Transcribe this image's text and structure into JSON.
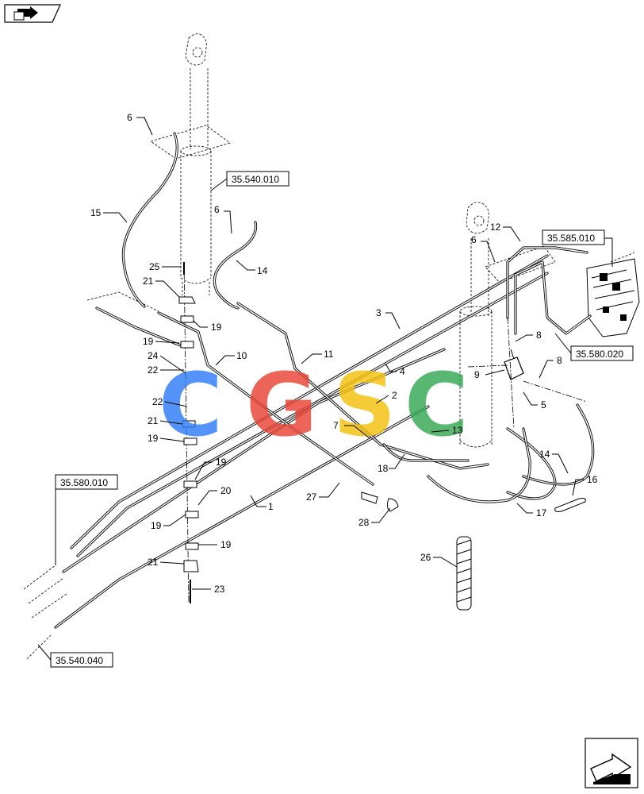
{
  "references": {
    "r1": "35.540.010",
    "r2": "35.585.010",
    "r3": "35.580.020",
    "r4": "35.580.010",
    "r5": "35.540.040"
  },
  "callouts": {
    "c6a": "6",
    "c15": "15",
    "c6b": "6",
    "c14a": "14",
    "c25": "25",
    "c21a": "21",
    "c19a": "19",
    "c19b": "19",
    "c24": "24",
    "c22a": "22",
    "c10": "10",
    "c11": "11",
    "c22b": "22",
    "c21b": "21",
    "c19c": "19",
    "c19d": "19",
    "c20": "20",
    "c19e": "19",
    "c19f": "19",
    "c21c": "21",
    "c23": "23",
    "c1": "1",
    "c27": "27",
    "c28": "28",
    "c3": "3",
    "c4": "4",
    "c2": "2",
    "c7": "7",
    "c13": "13",
    "c18": "18",
    "c12": "12",
    "c6c": "6",
    "c8a": "8",
    "c8b": "8",
    "c9": "9",
    "c5": "5",
    "c14b": "14",
    "c16": "16",
    "c17": "17",
    "c26": "26"
  },
  "watermark": {
    "letters": [
      "C",
      "G",
      "S",
      "C"
    ],
    "colors": [
      "#2f7cf6",
      "#ea4335",
      "#f4c20d",
      "#34a853"
    ]
  },
  "icons": {
    "top_left": "previous-page-icon",
    "bottom_right": "next-page-icon"
  }
}
